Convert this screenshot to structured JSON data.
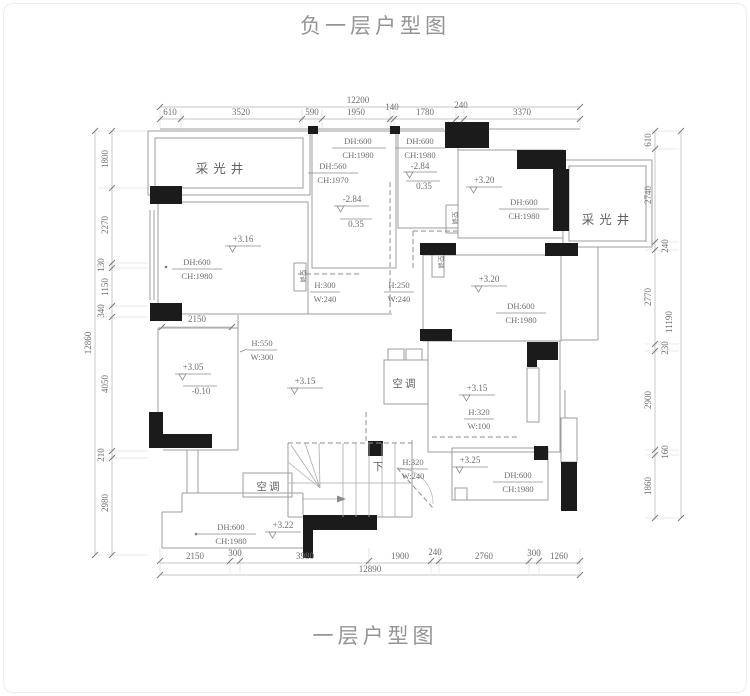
{
  "titles": {
    "top": "负一层户型图",
    "bottom": "一层户型图"
  },
  "dims": {
    "top": {
      "overall": "12200",
      "segments": [
        "610",
        "3520",
        "590",
        "1950",
        "140",
        "1780",
        "240",
        "3370"
      ]
    },
    "bottom": {
      "overall": "12890",
      "segments": [
        "2150",
        "300",
        "3980",
        "1900",
        "240",
        "2760",
        "300",
        "1260"
      ]
    },
    "left": {
      "overall": "12860",
      "segments": [
        "1800",
        "2270",
        "130",
        "1150",
        "340",
        "4050",
        "210",
        "2980"
      ]
    },
    "right": {
      "overall": "11190",
      "segments": [
        "610",
        "2740",
        "240",
        "2770",
        "230",
        "2900",
        "160",
        "1860"
      ]
    },
    "interior_2150": "2150"
  },
  "labels": {
    "lightwell": "采光井",
    "ac": "空调",
    "down": "下",
    "rooms": {
      "top_mid": {
        "dh": "DH:600",
        "ch": "CH:1980",
        "dh2": "DH:560",
        "ch2": "CH:1970",
        "lvl_a": "-2.84",
        "lvl_b": "0.35"
      },
      "top_small": {
        "dh": "DH:600",
        "ch": "CH:1980",
        "lvl_a": "-2.84",
        "lvl_b": "0.35"
      },
      "top_right": {
        "lvl": "+3.20",
        "dh": "DH:600",
        "ch": "CH:1980"
      },
      "mid_right": {
        "lvl": "+3.20",
        "dh": "DH:600",
        "ch": "CH:1980"
      },
      "left_big": {
        "lvl": "+3.16",
        "dh": "DH:600",
        "ch": "CH:1980"
      },
      "left_low": {
        "lvl_a": "+3.05",
        "lvl_b": "-0.10"
      },
      "center": {
        "lvl": "+3.15"
      },
      "right_low": {
        "lvl": "+3.15",
        "h": "H:320",
        "w": "W:100"
      },
      "bottom_right": {
        "lvl": "+3.25",
        "dh": "DH:600",
        "ch": "CH:1980"
      },
      "bottom_left": {
        "dh": "DH:600",
        "ch": "CH:1980",
        "lvl": "+3.22"
      }
    },
    "openings": {
      "o1": {
        "h": "H:300",
        "w": "W:240"
      },
      "o2": {
        "h": "H:250",
        "w": "W:240"
      },
      "o3": {
        "h": "H:550",
        "w": "W:300"
      },
      "o4": {
        "h": "H:320",
        "w": "W:240"
      }
    }
  },
  "colors": {
    "line": "#9c9c9c",
    "wall_fill": "#1b1b1b",
    "text": "#6e6e6e"
  }
}
